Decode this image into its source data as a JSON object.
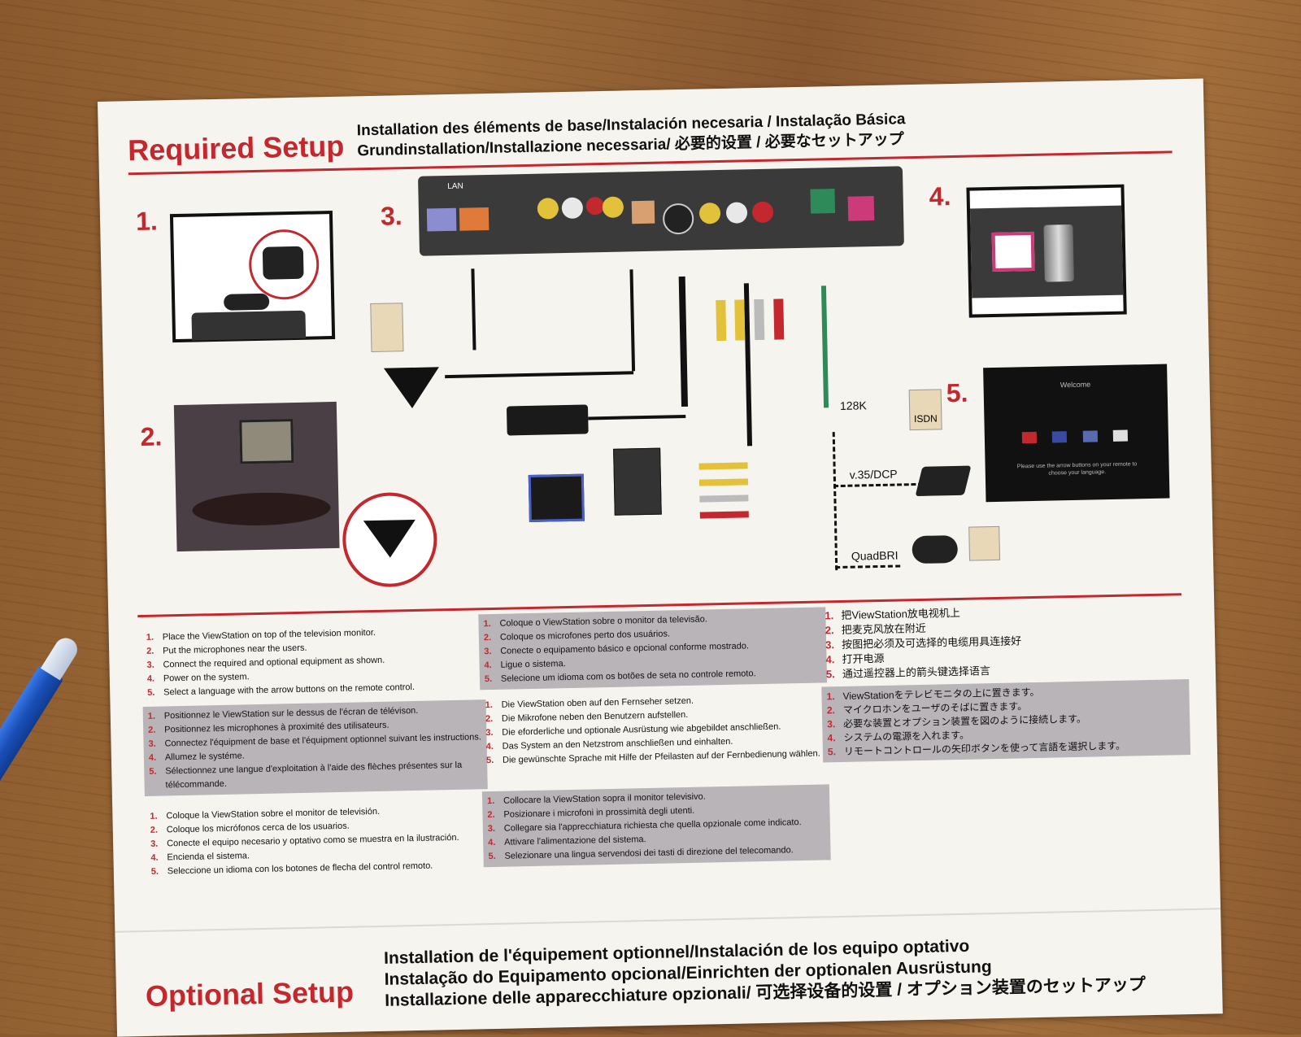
{
  "header": {
    "title": "Required Setup",
    "subtitle_line1": "Installation des éléments de base/Instalación necesaria / Instalação Básica",
    "subtitle_line2": "Grundinstallation/Installazione necessaria/ 必要的设置 / 必要なセットアップ"
  },
  "steps": {
    "s1": "1.",
    "s2": "2.",
    "s3": "3.",
    "s4": "4.",
    "s5": "5."
  },
  "diagram": {
    "lan_label": "LAN",
    "isdn_label": "ISDN",
    "speed_label": "128K",
    "v35_label": "v.35/DCP",
    "quadbri_label": "QuadBRI",
    "welcome_text": "Welcome",
    "welcome_instructions": "Please use the arrow buttons on your remote to choose your language."
  },
  "instructions": {
    "english": [
      "Place the ViewStation on top of the television monitor.",
      "Put the microphones near the users.",
      "Connect the required and optional equipment as shown.",
      "Power on the system.",
      "Select a language with the arrow buttons on the remote control."
    ],
    "french": [
      "Positionnez le ViewStation sur le dessus de l'écran de télévison.",
      "Positionnez les microphones à proximité des utilisateurs.",
      "Connectez l'équipment de base et l'équipment optionnel suivant les instructions.",
      "Allumez le systéme.",
      "Sélectionnez une langue d'exploitation à l'aide des flèches présentes sur la télécommande."
    ],
    "spanish": [
      "Coloque la ViewStation sobre el monitor de televisión.",
      "Coloque los micrófonos cerca de los usuarios.",
      "Conecte el equipo necesario y optativo como se muestra en la ilustración.",
      "Encienda el sistema.",
      "Seleccione un idioma con los botones de flecha del control remoto."
    ],
    "portuguese": [
      "Coloque o ViewStation sobre o monitor da televisão.",
      "Coloque os microfones perto dos usuários.",
      "Conecte o equipamento básico e opcional conforme mostrado.",
      "Ligue o sistema.",
      "Selecione um idioma com os botões de seta no controle remoto."
    ],
    "german": [
      "Die ViewStation oben auf den Fernseher setzen.",
      "Die Mikrofone neben den Benutzern aufstellen.",
      "Die eforderliche und optionale Ausrüstung wie abgebildet anschließen.",
      "Das System an den Netzstrom anschließen und einhalten.",
      "Die gewünschte Sprache mit Hilfe der Pfeilasten auf der Fernbedienung wählen."
    ],
    "italian": [
      "Collocare la ViewStation sopra il monitor televisivo.",
      "Posizionare i microfoni in prossimità degli utenti.",
      "Collegare sia l'apprecchiatura richiesta che quella opzionale come indicato.",
      "Attivare l'alimentazione del sistema.",
      "Selezionare una lingua servendosi dei tasti di direzione del telecomando."
    ],
    "chinese": [
      "把ViewStation放电视机上",
      "把麦克风放在附近",
      "按图把必须及可选择的电缆用具连接好",
      "打开电源",
      "通过遥控器上的箭头键选择语言"
    ],
    "japanese": [
      "ViewStationをテレビモニタの上に置きます。",
      "マイクロホンをユーザのそばに置きます。",
      "必要な装置とオプション装置を図のように接続します。",
      "システムの電源を入れます。",
      "リモートコントロールの矢印ボタンを使って言語を選択します。"
    ]
  },
  "numbers": [
    "1.",
    "2.",
    "3.",
    "4.",
    "5."
  ],
  "footer": {
    "title": "Optional Setup",
    "subtitle_line1": "Installation de l'équipement optionnel/Instalación de los equipo optativo",
    "subtitle_line2": "Instalação do Equipamento opcional/Einrichten der optionalen Ausrüstung",
    "subtitle_line3": "Installazione delle apparecchiature opzionali/ 可选择设备的设置 / オプション装置のセットアップ"
  },
  "colors": {
    "accent": "#c3282e",
    "panel": "#3a3a3a",
    "grey_card": "#b9b4b8",
    "pen_blue": "#1e5fc8"
  }
}
